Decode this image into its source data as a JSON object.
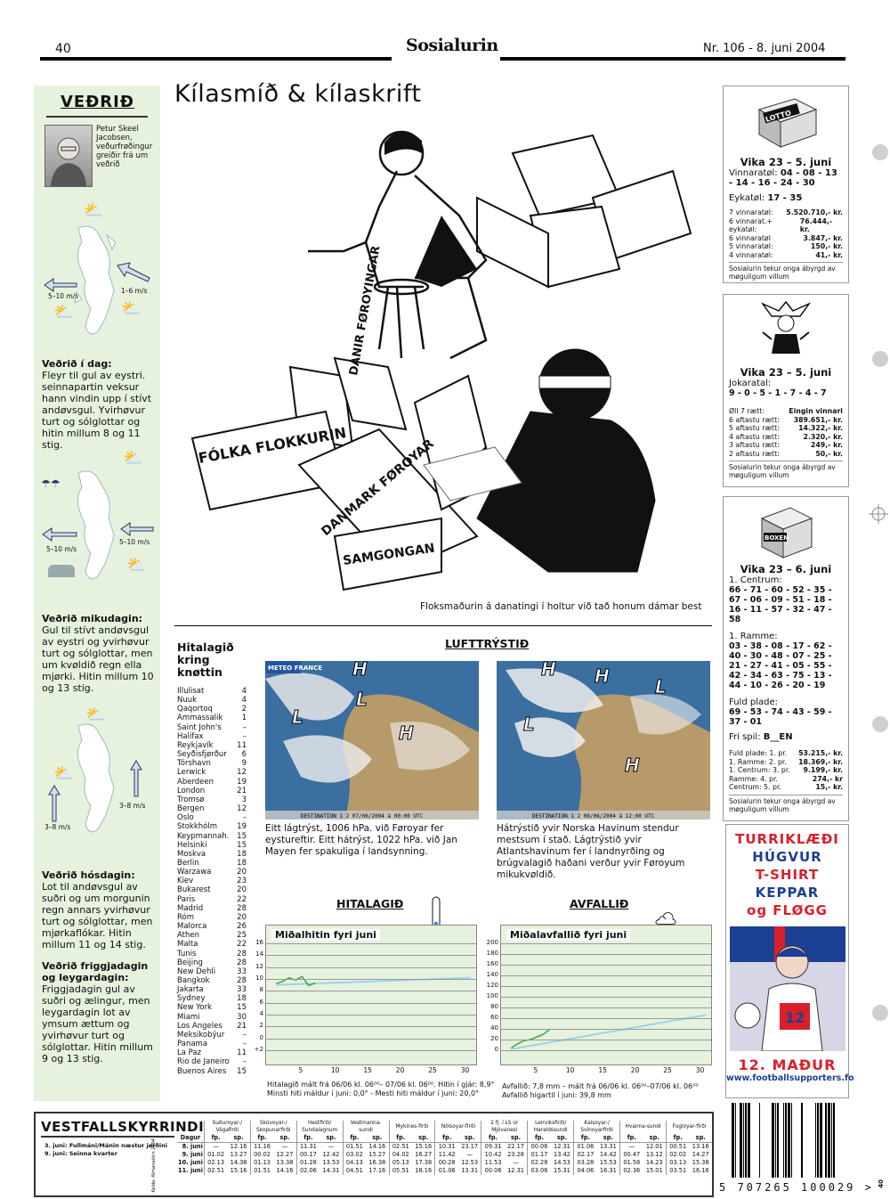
{
  "header": {
    "page_number": "40",
    "logo": "Sosialurin",
    "issue": "Nr. 106 - 8. juni 2004"
  },
  "weather": {
    "title": "VEÐRIÐ",
    "author": "Petur Skeel Jacobsen, veðurfrøðingur greiðir frá um veðrið",
    "winds": [
      "5–10 m/s",
      "1–6 m/s",
      "5–10 m/s",
      "5–10 m/s",
      "3–8 m/s",
      "3–8 m/s"
    ],
    "days": [
      {
        "head": "Veðrið í dag:",
        "body": "Fleyr til gul av eystri. seinnapartin veksur hann vindin upp í stívt andøvsgul. Yvirhøvur turt og sólglottar og hitin millum 8 og 11 stig."
      },
      {
        "head": "Veðrið mikudagin:",
        "body": "Gul til stívt andøvsgul av eystri og yvirhøvur turt og sólglottar, men um kvøldið regn ella mjørki. Hitin millum 10 og 13 stig."
      },
      {
        "head": "Veðrið hósdagin:",
        "body": "Lot til andøvsgul av suðri og um morgunin regn annars yvirhøvur turt og sólglottar, men mjørkaflókar. Hitin millum 11 og 14 stig."
      },
      {
        "head": "Veðrið friggjadagin og leygardagin:",
        "body": "Friggjadagin gul av suðri og ælingur, men leygardagin lot av ymsum ættum og yvirhøvur turt og sólglottar. Hitin millum 9 og 13 stig."
      }
    ]
  },
  "article": {
    "title": "Kílasmíð & kílaskrift",
    "caption": "Floksmaðurin á danatingi í holtur við tað honum dámar best",
    "cartoon_labels": [
      "FÓLKA FLOKKURIN",
      "DANIR FØROYINGAR",
      "DANMARK FØROYAR",
      "SAMGONGAN"
    ]
  },
  "temperatures": {
    "title": "Hitalagið kring knøttin",
    "cities": [
      [
        "Illulisat",
        "4"
      ],
      [
        "Nuuk",
        "4"
      ],
      [
        "Qaqortoq",
        "2"
      ],
      [
        "Ammassalik",
        "1"
      ],
      [
        "Saint John's",
        "–"
      ],
      [
        "Halifax",
        "–"
      ],
      [
        "Reykjavík",
        "11"
      ],
      [
        "Seyðisfjørður",
        "6"
      ],
      [
        "Tórshavn",
        "9"
      ],
      [
        "Lerwick",
        "12"
      ],
      [
        "Aberdeen",
        "19"
      ],
      [
        "London",
        "21"
      ],
      [
        "Tromsø",
        "3"
      ],
      [
        "Bergen",
        "12"
      ],
      [
        "Oslo",
        "–"
      ],
      [
        "Stokkhólm",
        "19"
      ],
      [
        "Keypmannah.",
        "15"
      ],
      [
        "Helsinki",
        "15"
      ],
      [
        "Moskva",
        "18"
      ],
      [
        "Berlin",
        "18"
      ],
      [
        "Warzawa",
        "20"
      ],
      [
        "Kiev",
        "23"
      ],
      [
        "Bukarest",
        "20"
      ],
      [
        "Paris",
        "22"
      ],
      [
        "Madrid",
        "28"
      ],
      [
        "Róm",
        "20"
      ],
      [
        "Malorca",
        "26"
      ],
      [
        "Athen",
        "25"
      ],
      [
        "Malta",
        "22"
      ],
      [
        "Tunis",
        "28"
      ],
      [
        "Beijing",
        "28"
      ],
      [
        "New Dehli",
        "33"
      ],
      [
        "Bangkok",
        "28"
      ],
      [
        "Jakarta",
        "33"
      ],
      [
        "Sydney",
        "18"
      ],
      [
        "New York",
        "15"
      ],
      [
        "Miami",
        "30"
      ],
      [
        "Los Angeles",
        "21"
      ],
      [
        "Meksikobýur",
        "–"
      ],
      [
        "Panama",
        "–"
      ],
      [
        "La Paz",
        "11"
      ],
      [
        "Rio de Janeiro",
        "–"
      ],
      [
        "Buenos Aires",
        "15"
      ]
    ]
  },
  "pressure": {
    "title": "LUFTTRÝSTIÐ",
    "left_text": "Eitt lágtrýst, 1006 hPa. við Føroyar fer eystureftir. Eitt hátrýst, 1022 hPa. við Jan Mayen fer spakuliga í landsynning.",
    "right_text": "Hátrýstið yvir Norska Havinum stendur mestsum í stað. Lágtrýstið yvir Atlantshavinum fer í landnyrðing og brúgvalagið haðani verður yvir Føroyum mikukvøldið.",
    "left_stamp": "DESTINATION 1 2 07/06/2004 à 00:00 UTC",
    "right_stamp": "DESTINATION 1 2 08/06/2004 à 12:00 UTC",
    "left_logo": "METEO FRANCE"
  },
  "temp_chart": {
    "heading": "HITALAGIÐ",
    "title": "Miðalhitin fyri juni",
    "yticks": [
      "16",
      "14",
      "12",
      "10",
      "8",
      "6",
      "4",
      "2",
      "0",
      "÷2"
    ],
    "xticks": [
      "5",
      "10",
      "15",
      "20",
      "25",
      "30"
    ],
    "note1": "Hitalagið mált frá 06/06 kl. 06⁰⁰– 07/06 kl. 06⁰⁰. Hitin í gjár: 8,9°",
    "note2": "Minsti hiti máldur í juni: 0,0° - Mesti hiti máldur í juni: 20,0°"
  },
  "rain_chart": {
    "heading": "AVFALLIÐ",
    "title": "Miðalavfallið fyri juni",
    "yticks": [
      "200",
      "180",
      "160",
      "140",
      "120",
      "100",
      "80",
      "60",
      "40",
      "20",
      "0"
    ],
    "xticks": [
      "5",
      "10",
      "15",
      "20",
      "25",
      "30"
    ],
    "note1": "Avfallið: 7,8 mm – mált frá 06/06 kl. 06⁰⁰–07/06 kl. 06⁰⁰",
    "note2": "Avfallið higartil í juni: 39,8 mm"
  },
  "lotto": {
    "die": "LOTTO",
    "week": "Vika 23 – 5. juni",
    "label": "Vinnaratøl:",
    "numbers": "04 - 08 - 13 - 14 - 16 - 24 - 30",
    "extra_label": "Eykatøl:",
    "extra": "17 - 35",
    "rows": [
      [
        "7 vinnaratøl:",
        "5.520.710,- kr."
      ],
      [
        "6 vinnarat.+ eykatøl:",
        "76.444,- kr."
      ],
      [
        "6 vinnaratøl",
        "3.847,- kr."
      ],
      [
        "5 vinnaratøl:",
        "150,- kr."
      ],
      [
        "4 vinnaratøl:",
        "41,- kr."
      ]
    ],
    "note": "Sosialurin tekur onga ábyrgd av møguligum villum"
  },
  "joker": {
    "week": "Vika 23 – 5. juni",
    "label": "Jokaratal:",
    "numbers": "9 - 0 - 5 - 1 - 7 - 4 - 7",
    "rows": [
      [
        "Øll 7 rætt:",
        "Eingin vinnari"
      ],
      [
        "6 aftastu rætt:",
        "389.651,- kr."
      ],
      [
        "5 aftastu rætt:",
        "14.322,- kr."
      ],
      [
        "4 aftastu rætt:",
        "2.320,- kr."
      ],
      [
        "3 aftastu rætt:",
        "249,- kr."
      ],
      [
        "2 aftastu rætt:",
        "50,- kr."
      ]
    ],
    "note": "Sosialurin tekur onga ábyrgd av møguligum villum"
  },
  "boxen": {
    "die": "BOXEN",
    "week": "Vika 23 – 6. juni",
    "c1_label": "1. Centrum:",
    "c1": "66 - 71 - 60 - 52 - 35 - 67 - 06 - 09 - 51 - 18 - 16 - 11 - 57 - 32 - 47 - 58",
    "r1_label": "1. Ramme:",
    "r1": "03 - 38 - 08 - 17 - 62 - 40 - 30 - 48 - 07 - 25 - 21 - 27 - 41 - 05 - 55 - 42 - 34 - 63 - 75 - 13 - 44 - 10 - 26 - 20 - 19",
    "fp_label": "Fuld plade:",
    "fp": "69 - 53 - 74 - 43 - 59 - 37 - 01",
    "free_label": "Fri spil:",
    "free": "B__EN",
    "rows": [
      [
        "Fuld plade:  1. pr.",
        "53.215,- kr."
      ],
      [
        "1. Ramme:  2. pr.",
        "18.369,- kr."
      ],
      [
        "1. Centrum: 3. pr.",
        "9.199,- kr."
      ],
      [
        "Ramme:      4. pr.",
        "274,- kr"
      ],
      [
        "Centrum:    5. pr.",
        "15,- kr."
      ]
    ],
    "note": "Sosialurin tekur onga ábyrgd av møguligum villum"
  },
  "ad": {
    "lines": [
      "TURRIKLÆÐI",
      "HÚGVUR",
      "T-SHIRT",
      "KEPPAR",
      "og FLØGG"
    ],
    "slogan": "12. MAÐUR",
    "url": "www.footballsupporters.fo",
    "colors": {
      "red": "#d8202a",
      "blue": "#1b3f92"
    }
  },
  "tides": {
    "title": "VESTFALLSKYRRINDI",
    "notes": [
      "3. juni: Fullmáni/Mánin næstur jørðini",
      "9. juni: Seinna kvarter"
    ],
    "source": "Kelda: Almanakkin 2004",
    "day_label": "Dagur",
    "fp": "fp.",
    "sp": "sp.",
    "stations": [
      "Suðuroyar-/ Vágafirði",
      "Skúvoyar-/ Skopunarfirði",
      "Hestfirði/ Sundalagnum",
      "Vestmanna-sundi",
      "Mykines-firði",
      "Nólsoyar-firði",
      "2 fj. í LS úr Mjóvanesi",
      "Leirviksfirði/ Haraldssundi",
      "Kalsoyar-/ Svínoyarfirði",
      "Hvanna-sundi",
      "Fugloyar-firði"
    ],
    "rows": [
      {
        "day": "8. juni",
        "v": [
          "—",
          "12.16",
          "11.16",
          "—",
          "11.31",
          "—",
          "01.51",
          "14.16",
          "02.51",
          "15.16",
          "10.31",
          "23.17",
          "09.31",
          "22.17",
          "00.06",
          "12.31",
          "01.06",
          "13.31",
          "—",
          "12.01",
          "00.51",
          "13.16"
        ]
      },
      {
        "day": "9. juni",
        "v": [
          "01.02",
          "13.27",
          "00.02",
          "12.27",
          "00.17",
          "12.42",
          "03.02",
          "15.27",
          "04.02",
          "16.27",
          "11.42",
          "—",
          "10.42",
          "23.28",
          "01.17",
          "13.42",
          "02.17",
          "14.42",
          "00.47",
          "13.12",
          "02.02",
          "14.27"
        ]
      },
      {
        "day": "10. juni",
        "v": [
          "02.13",
          "14.38",
          "01.13",
          "13.38",
          "01.28",
          "13.53",
          "04.13",
          "16.38",
          "05.13",
          "17.38",
          "00.28",
          "12.53",
          "11.53",
          "—",
          "02.28",
          "14.53",
          "03.28",
          "15.53",
          "01.58",
          "14.23",
          "03.13",
          "15.38"
        ]
      },
      {
        "day": "11. juni",
        "v": [
          "02.51",
          "15.16",
          "01.51",
          "14.16",
          "02.06",
          "14.31",
          "04.51",
          "17.16",
          "05.51",
          "18.16",
          "01.06",
          "13.31",
          "00.06",
          "12.31",
          "03.06",
          "15.31",
          "04.06",
          "16.31",
          "02.36",
          "15.01",
          "03.51",
          "16.16"
        ]
      }
    ]
  },
  "barcode": {
    "number": "5 707265 100029 >",
    "side": "40"
  }
}
